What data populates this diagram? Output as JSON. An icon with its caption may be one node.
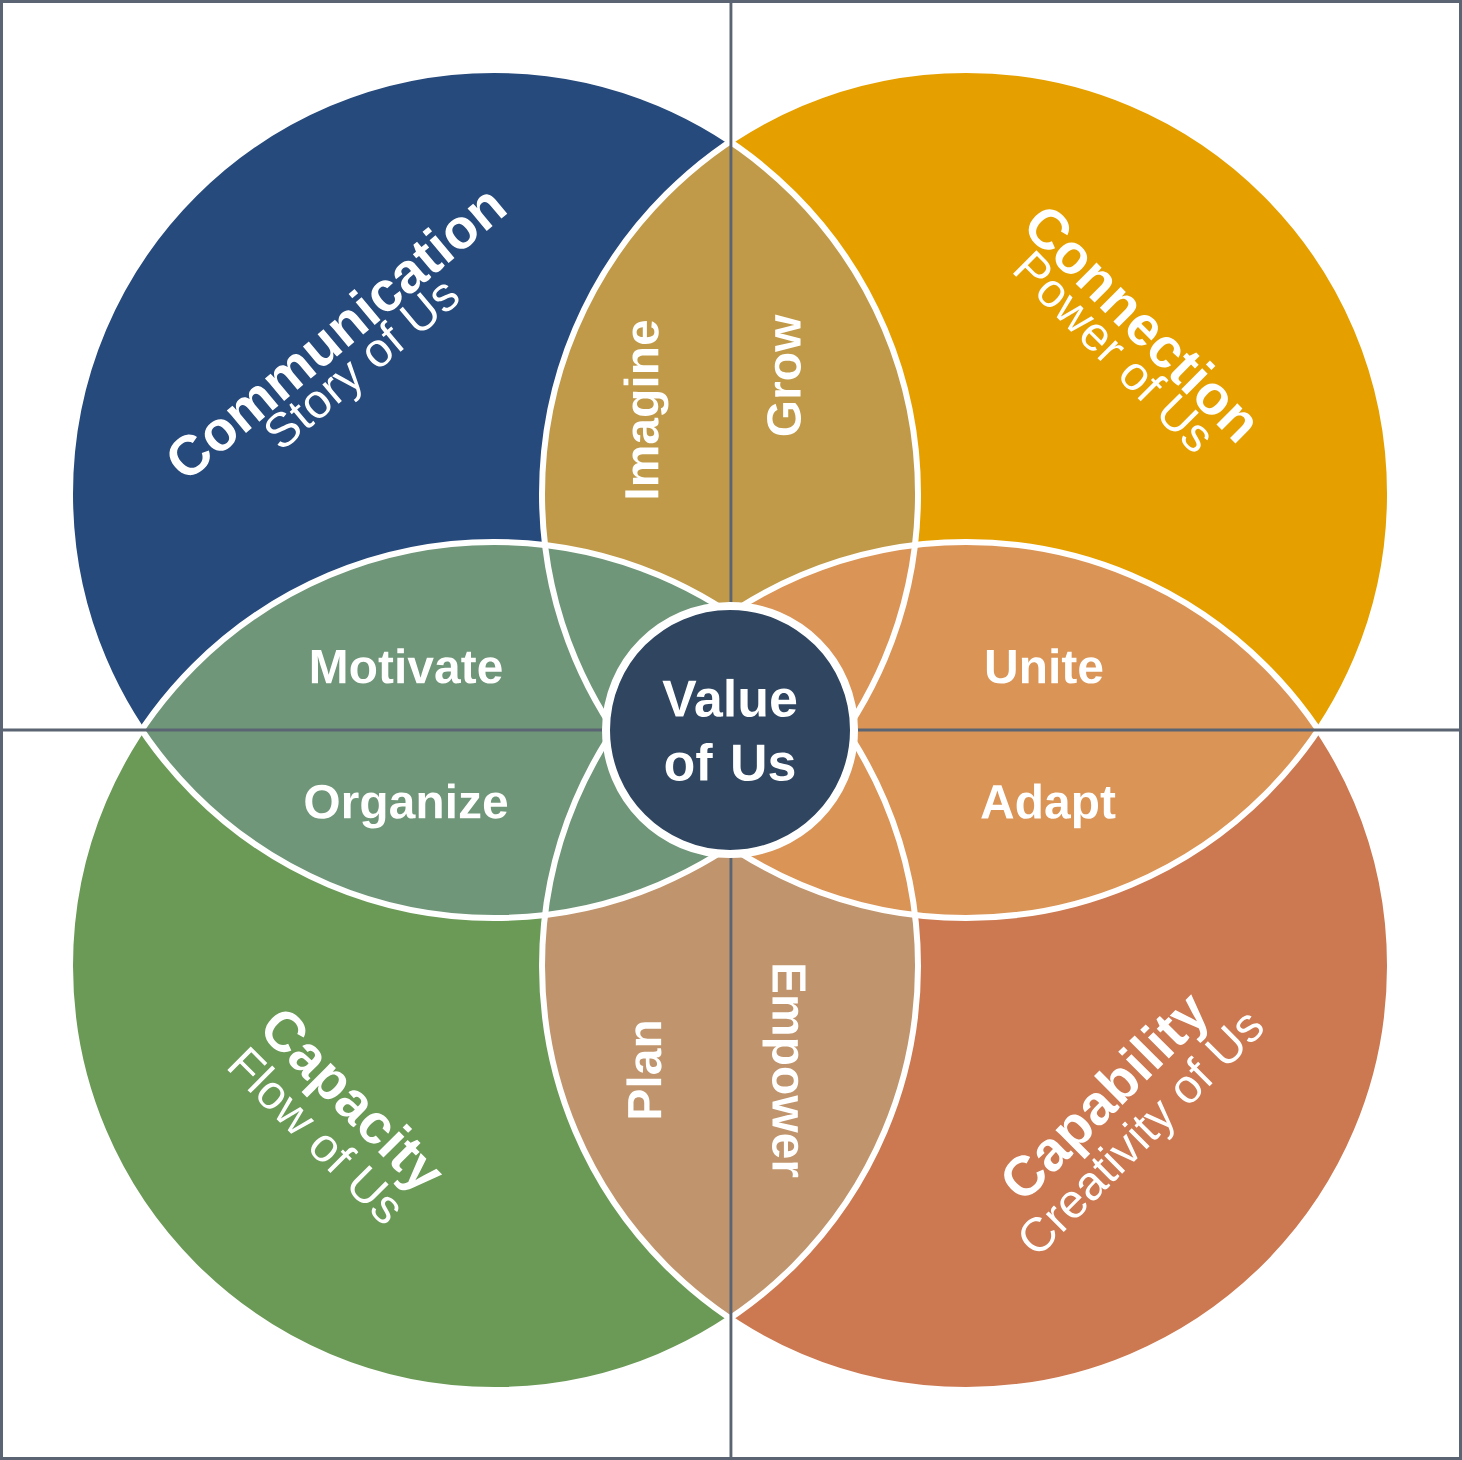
{
  "diagram": {
    "nodes": [
      {
        "text": [
          "Communication",
          "Story of Us"
        ]
      },
      {
        "text": [
          "Connection",
          "Power of Us"
        ]
      },
      {
        "text": [
          "Capacity",
          "Flow of Us"
        ]
      },
      {
        "text": [
          "Capability",
          "Creativity of Us"
        ]
      },
      {
        "text": [
          "Imagine",
          "Grow"
        ]
      },
      {
        "text": [
          "Motivate",
          "Organize"
        ]
      },
      {
        "text": [
          "Unite",
          "Adapt"
        ]
      },
      {
        "text": [
          "Plan",
          "Empower"
        ]
      },
      {
        "text": [
          "Value of Us"
        ]
      }
    ]
  }
}
